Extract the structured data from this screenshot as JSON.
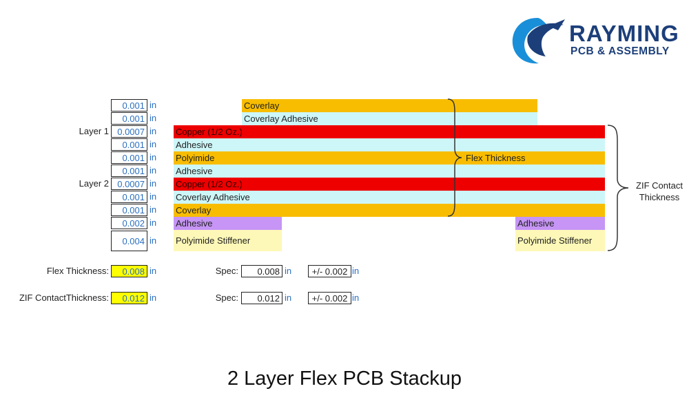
{
  "logo": {
    "name": "RAYMING",
    "tagline": "PCB & ASSEMBLY",
    "colors": {
      "navy": "#1c3f7a",
      "blue": "#1a8fd9"
    }
  },
  "stack": {
    "unit": "in",
    "rows": [
      {
        "value": "0.001",
        "layer_label": "",
        "materials": [
          "Coverlay"
        ]
      },
      {
        "value": "0.001",
        "layer_label": "",
        "materials": [
          "Coverlay Adhesive"
        ]
      },
      {
        "value": "0.0007",
        "layer_label": "Layer 1",
        "materials": [
          "Copper (1/2 Oz.)"
        ]
      },
      {
        "value": "0.001",
        "layer_label": "",
        "materials": [
          "Adhesive"
        ]
      },
      {
        "value": "0.001",
        "layer_label": "",
        "materials": [
          "Polyimide"
        ]
      },
      {
        "value": "0.001",
        "layer_label": "",
        "materials": [
          "Adhesive"
        ]
      },
      {
        "value": "0.0007",
        "layer_label": "Layer 2",
        "materials": [
          "Copper (1/2 Oz.)"
        ]
      },
      {
        "value": "0.001",
        "layer_label": "",
        "materials": [
          "Coverlay Adhesive"
        ]
      },
      {
        "value": "0.001",
        "layer_label": "",
        "materials": [
          "Coverlay"
        ]
      },
      {
        "value": "0.002",
        "layer_label": "",
        "materials": [
          "Adhesive",
          "Adhesive"
        ]
      },
      {
        "value": "0.004",
        "layer_label": "",
        "materials": [
          "Polyimide Stiffener",
          "Polyimide Stiffener"
        ]
      }
    ]
  },
  "braces": {
    "flex_label": "Flex Thickness",
    "zif_label_line1": "ZIF Contact",
    "zif_label_line2": "Thickness"
  },
  "summary": {
    "flex": {
      "label": "Flex Thickness:",
      "value": "0.008",
      "spec_label": "Spec:",
      "spec_value": "0.008",
      "tolerance": "+/- 0.002"
    },
    "zif": {
      "label": "ZIF ContactThickness:",
      "value": "0.012",
      "spec_label": "Spec:",
      "spec_value": "0.012",
      "tolerance": "+/- 0.002"
    }
  },
  "colors": {
    "coverlay": "#f8bd00",
    "adhesive": "#cdf6f8",
    "copper": "#ee0000",
    "stiffener_adhesive": "#c695f5",
    "stiffener": "#fdf8b7",
    "highlight": "#ffff00",
    "value_text": "#2a6fc0"
  },
  "caption": "2 Layer Flex PCB Stackup"
}
